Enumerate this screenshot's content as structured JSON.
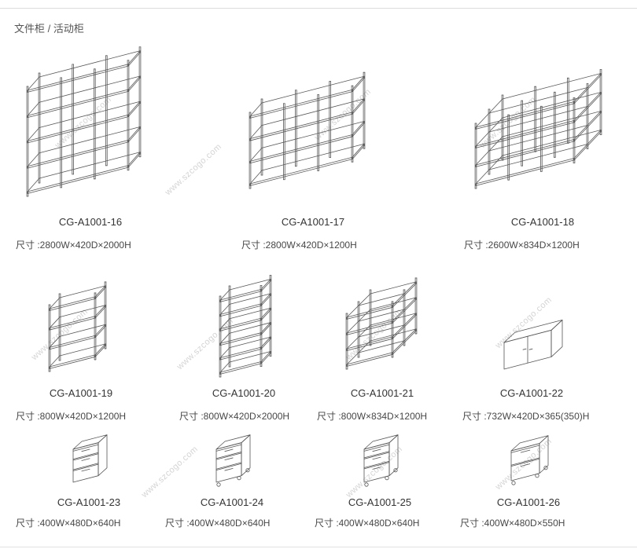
{
  "page": {
    "title": "文件柜 / 活动柜",
    "watermark": "www.szcogo.com"
  },
  "products": [
    {
      "code": "CG-A1001-16",
      "dims": "尺寸 :2800W×420D×2000H"
    },
    {
      "code": "CG-A1001-17",
      "dims": "尺寸 :2800W×420D×1200H"
    },
    {
      "code": "CG-A1001-18",
      "dims": "尺寸 :2600W×834D×1200H"
    },
    {
      "code": "CG-A1001-19",
      "dims": "尺寸 :800W×420D×1200H"
    },
    {
      "code": "CG-A1001-20",
      "dims": "尺寸 :800W×420D×2000H"
    },
    {
      "code": "CG-A1001-21",
      "dims": "尺寸 :800W×834D×1200H"
    },
    {
      "code": "CG-A1001-22",
      "dims": "尺寸 :732W×420D×365(350)H"
    },
    {
      "code": "CG-A1001-23",
      "dims": "尺寸 :400W×480D×640H"
    },
    {
      "code": "CG-A1001-24",
      "dims": "尺寸 :400W×480D×640H"
    },
    {
      "code": "CG-A1001-25",
      "dims": "尺寸 :400W×480D×640H"
    },
    {
      "code": "CG-A1001-26",
      "dims": "尺寸 :400W×480D×550H"
    }
  ]
}
